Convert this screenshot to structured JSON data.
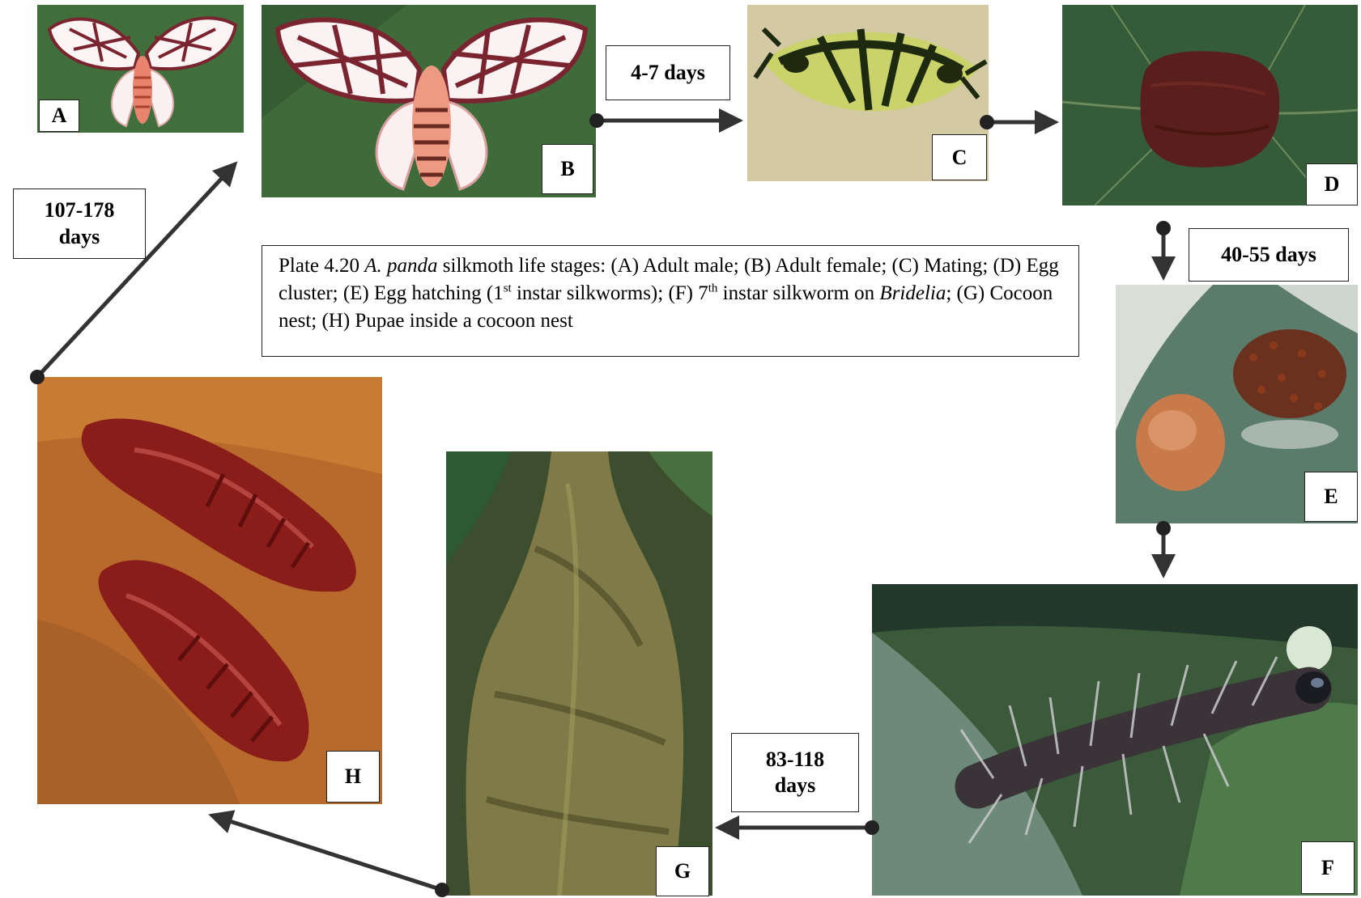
{
  "caption": {
    "t1": "Plate 4.20 ",
    "t2": "A. panda",
    "t3": " silkmoth life stages: (A) Adult male; (B) Adult female; (C) Mating; (D) Egg cluster; (E) Egg hatching (1",
    "t4": "st",
    "t5": " instar silkworms); (F) 7",
    "t6": "th",
    "t7": " instar silkworm on ",
    "t8": "Bridelia",
    "t9": "; (G) Cocoon nest; (H) Pupae inside a cocoon nest"
  },
  "panels": {
    "a": "A",
    "b": "B",
    "c": "C",
    "d": "D",
    "e": "E",
    "f": "F",
    "g": "G",
    "h": "H"
  },
  "durations": {
    "b_to_c": "4-7 days",
    "d_to_e": "40-55 days",
    "f_to_g_1": "83-118",
    "f_to_g_2": "days",
    "h_to_b_1": "107-178",
    "h_to_b_2": "days"
  },
  "colors": {
    "arrow": "#333333",
    "leaf_green": "#3f6b3a",
    "wing_vein": "#7a2430",
    "pupa": "#8a1d1a",
    "egg_cluster": "#5a1f1c"
  }
}
